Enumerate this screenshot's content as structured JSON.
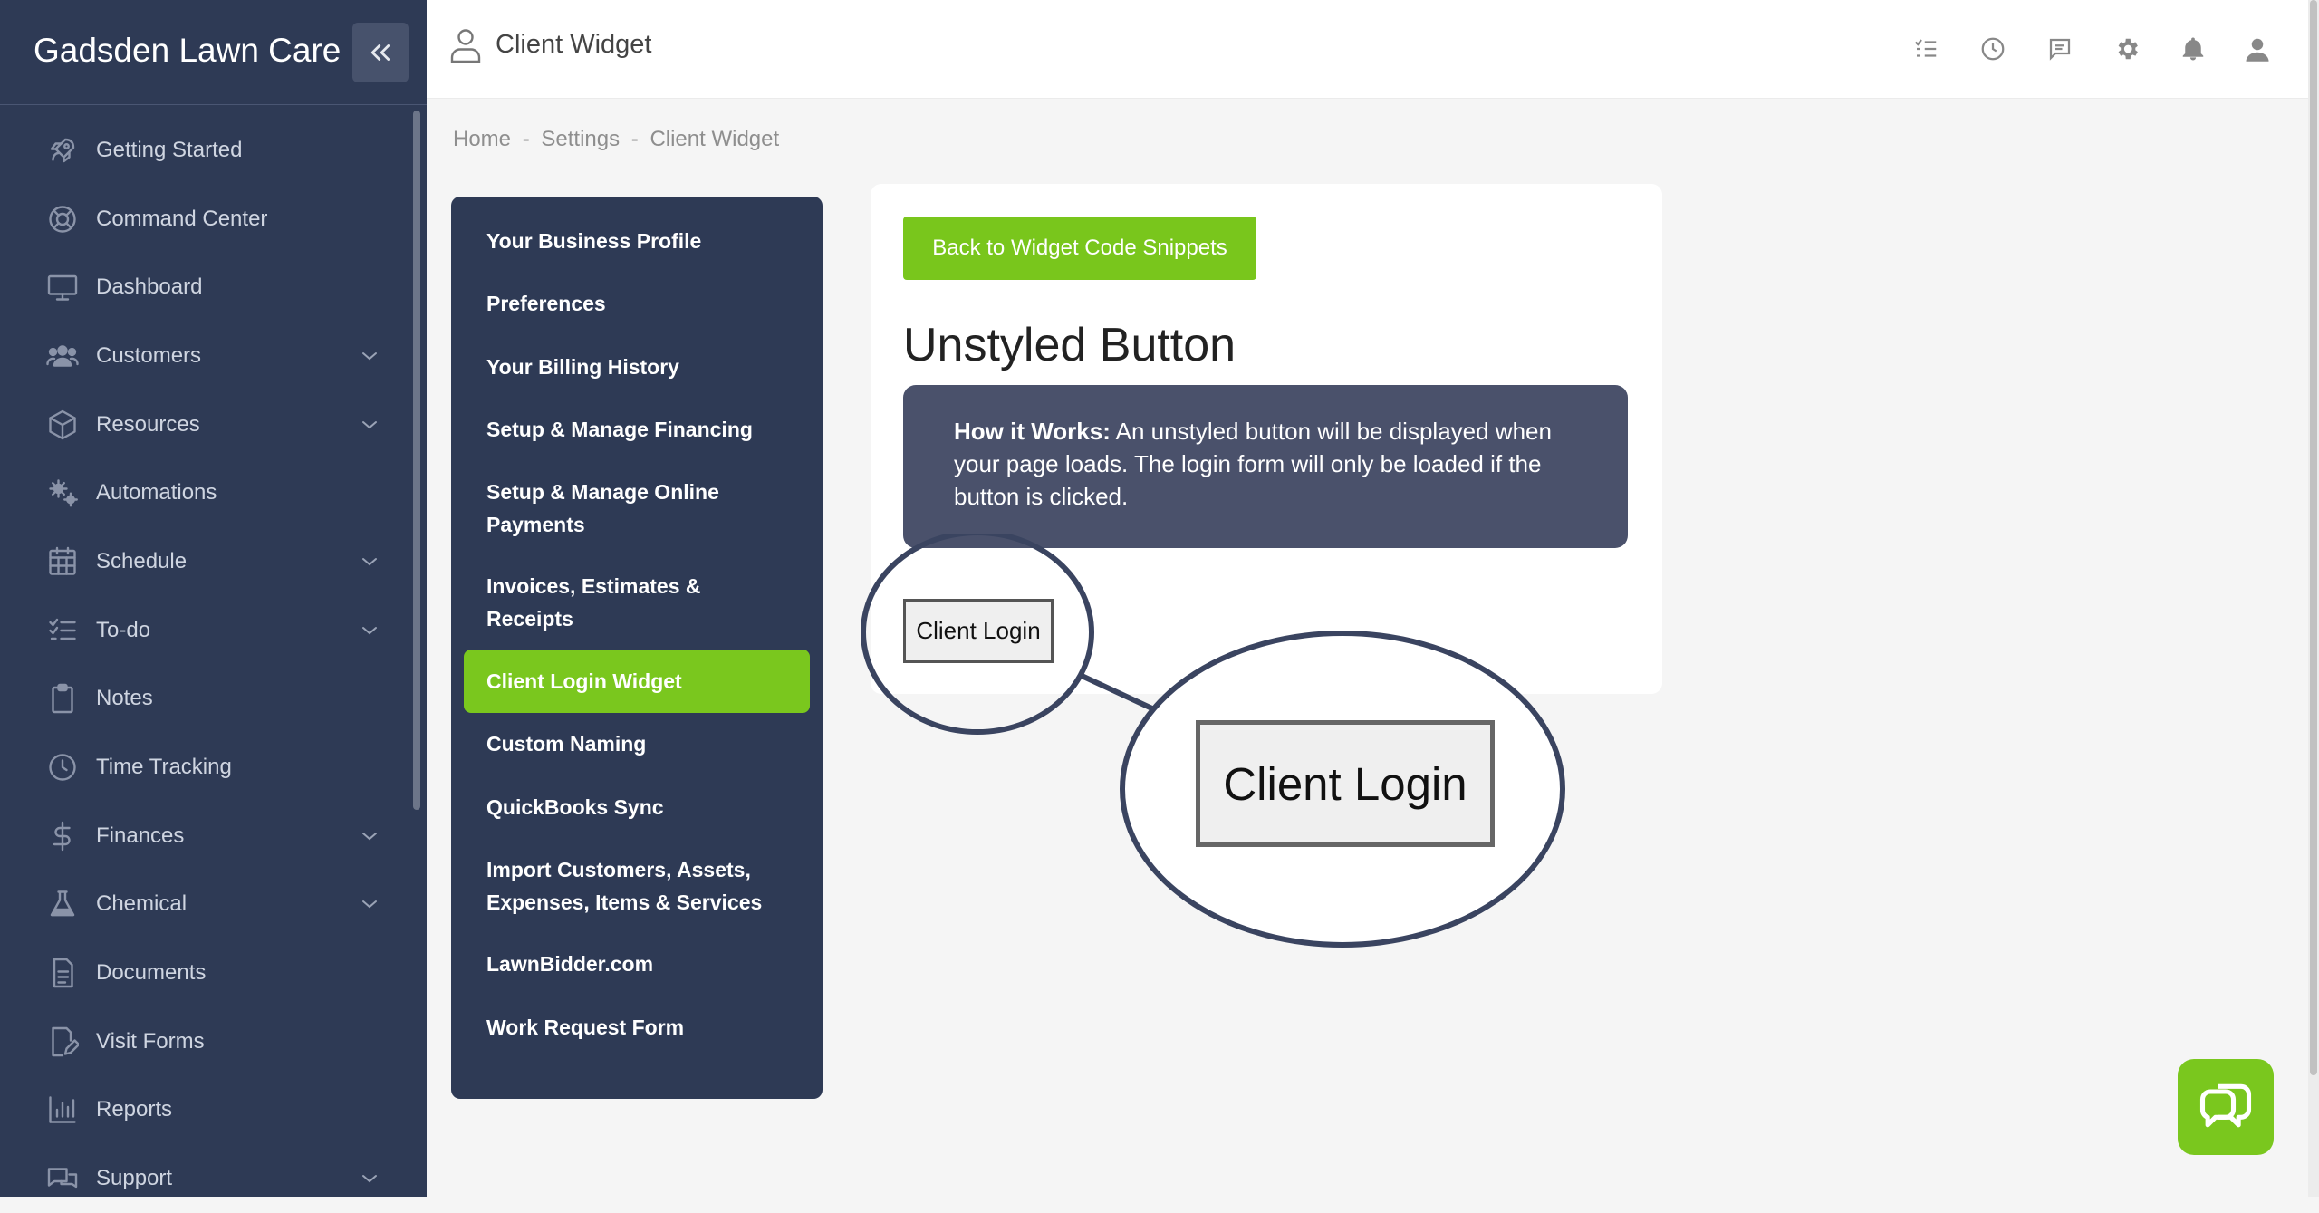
{
  "app": {
    "brand": "Gadsden Lawn Care"
  },
  "sidebar": {
    "items": [
      {
        "label": "Getting Started",
        "icon": "rocket-icon",
        "has_chevron": false
      },
      {
        "label": "Command Center",
        "icon": "lifebuoy-icon",
        "has_chevron": false
      },
      {
        "label": "Dashboard",
        "icon": "monitor-icon",
        "has_chevron": false
      },
      {
        "label": "Customers",
        "icon": "users-icon",
        "has_chevron": true
      },
      {
        "label": "Resources",
        "icon": "box-icon",
        "has_chevron": true
      },
      {
        "label": "Automations",
        "icon": "gears-icon",
        "has_chevron": false
      },
      {
        "label": "Schedule",
        "icon": "calendar-icon",
        "has_chevron": true
      },
      {
        "label": "To-do",
        "icon": "checklist-icon",
        "has_chevron": true
      },
      {
        "label": "Notes",
        "icon": "clipboard-icon",
        "has_chevron": false
      },
      {
        "label": "Time Tracking",
        "icon": "clock-icon",
        "has_chevron": false
      },
      {
        "label": "Finances",
        "icon": "dollar-icon",
        "has_chevron": true
      },
      {
        "label": "Chemical",
        "icon": "flask-icon",
        "has_chevron": true
      },
      {
        "label": "Documents",
        "icon": "document-icon",
        "has_chevron": false
      },
      {
        "label": "Visit Forms",
        "icon": "form-edit-icon",
        "has_chevron": false
      },
      {
        "label": "Reports",
        "icon": "bar-chart-icon",
        "has_chevron": false
      },
      {
        "label": "Support",
        "icon": "chat-bubbles-icon",
        "has_chevron": true
      }
    ]
  },
  "header": {
    "title": "Client Widget",
    "icons": [
      "checklist-icon",
      "clock-icon",
      "message-icon",
      "gear-icon",
      "bell-icon",
      "user-icon"
    ]
  },
  "breadcrumb": {
    "home": "Home",
    "sep": "-",
    "settings": "Settings",
    "current": "Client Widget"
  },
  "settings_menu": {
    "items": [
      {
        "label": "Your Business Profile",
        "active": false
      },
      {
        "label": "Preferences",
        "active": false
      },
      {
        "label": "Your Billing History",
        "active": false
      },
      {
        "label": "Setup & Manage Financing",
        "active": false
      },
      {
        "label": "Setup & Manage Online Payments",
        "active": false
      },
      {
        "label": "Invoices, Estimates & Receipts",
        "active": false
      },
      {
        "label": "Client Login Widget",
        "active": true
      },
      {
        "label": "Custom Naming",
        "active": false
      },
      {
        "label": "QuickBooks Sync",
        "active": false
      },
      {
        "label": "Import Customers, Assets, Expenses, Items & Services",
        "active": false
      },
      {
        "label": "LawnBidder.com",
        "active": false
      },
      {
        "label": "Work Request Form",
        "active": false
      }
    ]
  },
  "main": {
    "back_button": "Back to Widget Code Snippets",
    "heading": "Unstyled Button",
    "how_it_works_label": "How it Works:",
    "how_it_works_text": " An unstyled button will be displayed when your page loads. The login form will only be loaded if the button is clicked.",
    "client_login_button": "Client Login"
  },
  "colors": {
    "sidebar_bg": "#2e3a55",
    "accent": "#7ac71e",
    "info_bg": "#4a516b"
  }
}
